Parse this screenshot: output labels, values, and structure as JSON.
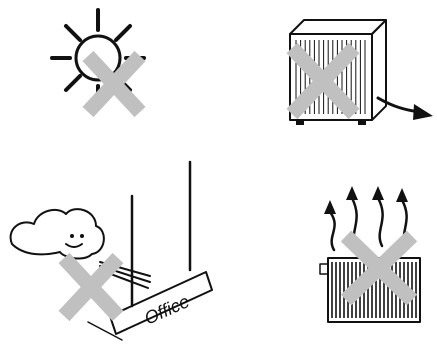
{
  "panels": [
    {
      "name": "sun",
      "icon": "sun-icon",
      "crossed": true
    },
    {
      "name": "outdoor-unit",
      "icon": "air-conditioner-unit-icon",
      "crossed": true
    },
    {
      "name": "draft",
      "icon": "draft-sign-icon",
      "crossed": true,
      "sign_label": "Office"
    },
    {
      "name": "heater",
      "icon": "radiator-heat-icon",
      "crossed": true
    }
  ],
  "colors": {
    "cross": "#c0c0c0",
    "ink": "#111111",
    "background": "#ffffff"
  }
}
